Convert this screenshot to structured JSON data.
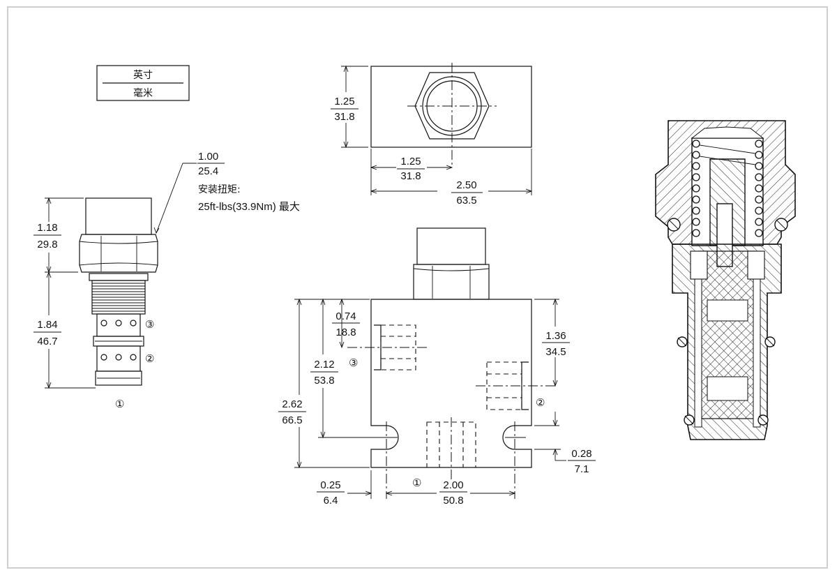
{
  "legend": {
    "inch": "英寸",
    "mm": "毫米"
  },
  "cartridge": {
    "hex_in": "1.00",
    "hex_mm": "25.4",
    "torque_label": "安装扭矩:",
    "torque_value": "25ft-lbs(33.9Nm) 最大",
    "h1_in": "1.18",
    "h1_mm": "29.8",
    "h2_in": "1.84",
    "h2_mm": "46.7",
    "port3": "③",
    "port2": "②",
    "port1": "①"
  },
  "top_view": {
    "height_in": "1.25",
    "height_mm": "31.8",
    "center_in": "1.25",
    "center_mm": "31.8",
    "width_in": "2.50",
    "width_mm": "63.5"
  },
  "front_view": {
    "p3_in": "0.74",
    "p3_mm": "18.8",
    "hole_in": "2.12",
    "hole_mm": "53.8",
    "total_in": "2.62",
    "total_mm": "66.5",
    "p2_in": "1.36",
    "p2_mm": "34.5",
    "bot_in": "0.28",
    "bot_mm": "7.1",
    "edge_in": "0.25",
    "edge_mm": "6.4",
    "span_in": "2.00",
    "span_mm": "50.8",
    "port3": "③",
    "port2": "②",
    "port1": "①"
  },
  "colors": {
    "line": "#111111",
    "frame": "#cfcfcf",
    "hatch": "#222222"
  }
}
